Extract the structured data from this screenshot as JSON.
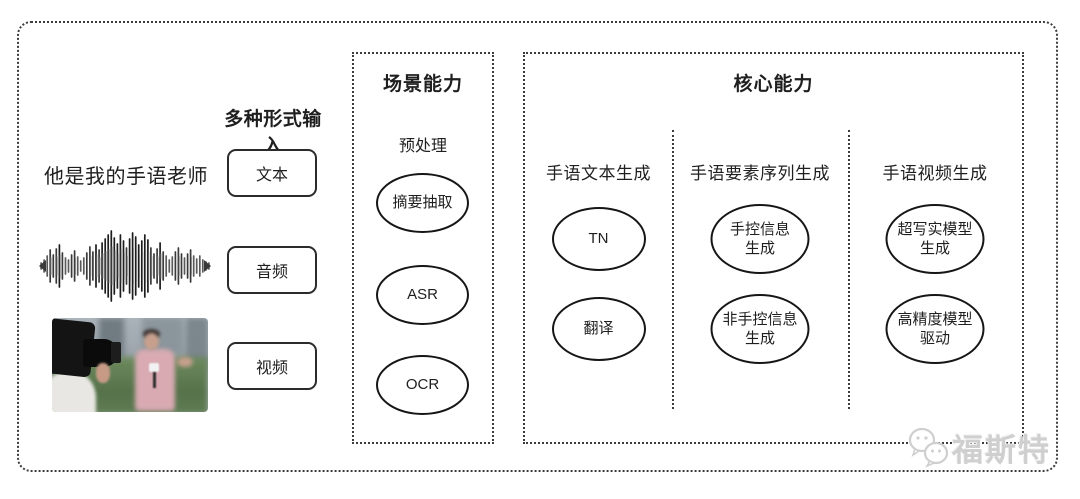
{
  "input_section": {
    "header": "多种形式输入",
    "text_sample": "他是我的手语老师",
    "items": [
      {
        "label": "文本"
      },
      {
        "label": "音频"
      },
      {
        "label": "视频"
      }
    ],
    "media": {
      "waveform_icon": "audio-waveform-icon",
      "photo": "reporter-interview-photo"
    }
  },
  "scene_box": {
    "title": "场景能力",
    "subtitle": "预处理",
    "nodes": [
      "摘要抽取",
      "ASR",
      "OCR"
    ]
  },
  "core_box": {
    "title": "核心能力",
    "columns": [
      {
        "header": "手语文本生成",
        "nodes": [
          "TN",
          "翻译"
        ]
      },
      {
        "header": "手语要素序列生成",
        "nodes": [
          "手控信息\n生成",
          "非手控信息\n生成"
        ]
      },
      {
        "header": "手语视频生成",
        "nodes": [
          "超写实模型\n生成",
          "高精度模型\n驱动"
        ]
      }
    ]
  },
  "watermark": {
    "text": "福斯特",
    "icon": "wechat-bubbles-icon"
  },
  "colors": {
    "ink": "#1f1f1f",
    "border": "#3c3c3c",
    "watermark": "#cfcfcf"
  }
}
